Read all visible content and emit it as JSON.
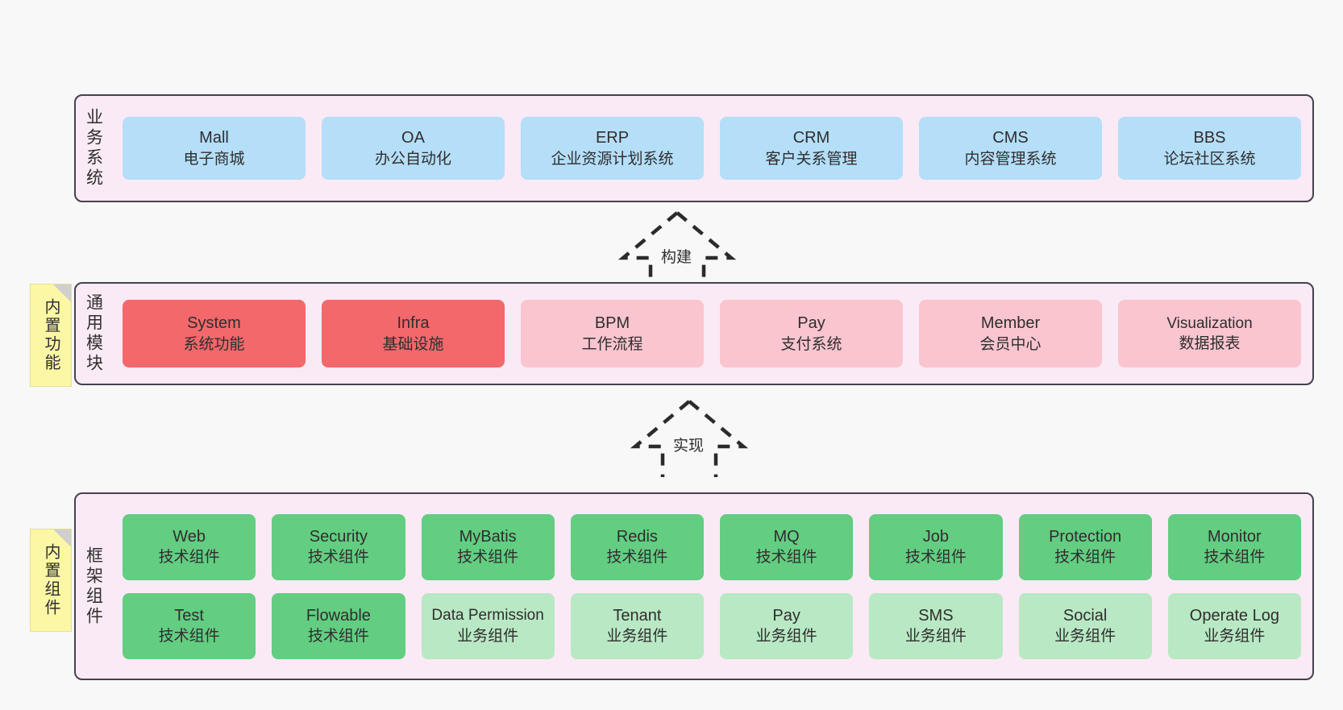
{
  "colors": {
    "panel_bg": "#faeaf5",
    "panel_border": "#46414f",
    "business": "#b5def9",
    "module_core": "#f2686b",
    "module_plan": "#fac5ce",
    "component_tech": "#63cd81",
    "component_biz": "#b9e8c4",
    "sticky": "#fcf7a5",
    "canvas_bg": "#f8f8f8"
  },
  "layers": {
    "business": {
      "title": "业务系统",
      "cards": [
        {
          "en": "Mall",
          "cn": "电子商城"
        },
        {
          "en": "OA",
          "cn": "办公自动化"
        },
        {
          "en": "ERP",
          "cn": "企业资源计划系统"
        },
        {
          "en": "CRM",
          "cn": "客户关系管理"
        },
        {
          "en": "CMS",
          "cn": "内容管理系统"
        },
        {
          "en": "BBS",
          "cn": "论坛社区系统"
        }
      ]
    },
    "modules": {
      "title": "通用模块",
      "sticky": "内置功能",
      "cards": [
        {
          "en": "System",
          "cn": "系统功能",
          "tone": "core"
        },
        {
          "en": "Infra",
          "cn": "基础设施",
          "tone": "core"
        },
        {
          "en": "BPM",
          "cn": "工作流程",
          "tone": "plan"
        },
        {
          "en": "Pay",
          "cn": "支付系统",
          "tone": "plan"
        },
        {
          "en": "Member",
          "cn": "会员中心",
          "tone": "plan"
        },
        {
          "en": "Visualization",
          "cn": "数据报表",
          "tone": "plan"
        }
      ]
    },
    "framework": {
      "title": "框架组件",
      "sticky": "内置组件",
      "row1": [
        {
          "en": "Web",
          "cn": "技术组件",
          "tone": "tech"
        },
        {
          "en": "Security",
          "cn": "技术组件",
          "tone": "tech"
        },
        {
          "en": "MyBatis",
          "cn": "技术组件",
          "tone": "tech"
        },
        {
          "en": "Redis",
          "cn": "技术组件",
          "tone": "tech"
        },
        {
          "en": "MQ",
          "cn": "技术组件",
          "tone": "tech"
        },
        {
          "en": "Job",
          "cn": "技术组件",
          "tone": "tech"
        },
        {
          "en": "Protection",
          "cn": "技术组件",
          "tone": "tech"
        },
        {
          "en": "Monitor",
          "cn": "技术组件",
          "tone": "tech"
        }
      ],
      "row2": [
        {
          "en": "Test",
          "cn": "技术组件",
          "tone": "tech"
        },
        {
          "en": "Flowable",
          "cn": "技术组件",
          "tone": "tech"
        },
        {
          "en": "Data Permission",
          "cn": "业务组件",
          "tone": "biz"
        },
        {
          "en": "Tenant",
          "cn": "业务组件",
          "tone": "biz"
        },
        {
          "en": "Pay",
          "cn": "业务组件",
          "tone": "biz"
        },
        {
          "en": "SMS",
          "cn": "业务组件",
          "tone": "biz"
        },
        {
          "en": "Social",
          "cn": "业务组件",
          "tone": "biz"
        },
        {
          "en": "Operate Log",
          "cn": "业务组件",
          "tone": "biz"
        }
      ]
    }
  },
  "arrows": {
    "build": "构建",
    "implement": "实现"
  }
}
